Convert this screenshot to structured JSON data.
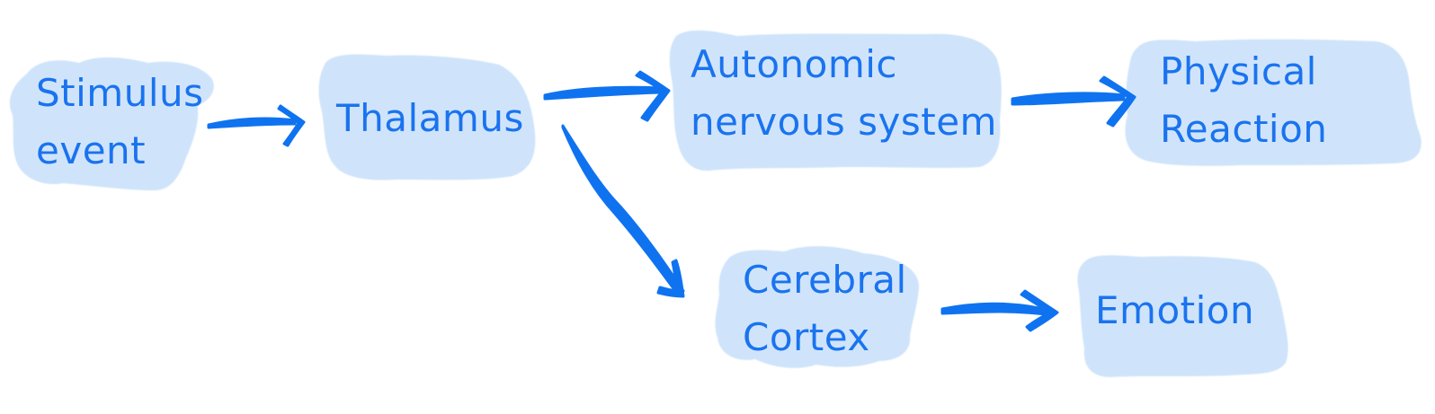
{
  "colors": {
    "node_fill": "#cfe4fb",
    "text": "#1a73ef",
    "arrow": "#0f73f0"
  },
  "nodes": {
    "stimulus_event": {
      "lines": [
        "Stimulus",
        "event"
      ]
    },
    "thalamus": {
      "lines": [
        "Thalamus"
      ]
    },
    "autonomic_nervous_system": {
      "lines": [
        "Autonomic",
        "nervous system"
      ]
    },
    "physical_reaction": {
      "lines": [
        "Physical",
        "Reaction"
      ]
    },
    "cerebral_cortex": {
      "lines": [
        "Cerebral",
        "Cortex"
      ]
    },
    "emotion": {
      "lines": [
        "Emotion"
      ]
    }
  },
  "edges": [
    {
      "from": "stimulus_event",
      "to": "thalamus"
    },
    {
      "from": "thalamus",
      "to": "autonomic_nervous_system"
    },
    {
      "from": "thalamus",
      "to": "cerebral_cortex"
    },
    {
      "from": "autonomic_nervous_system",
      "to": "physical_reaction"
    },
    {
      "from": "cerebral_cortex",
      "to": "emotion"
    }
  ]
}
